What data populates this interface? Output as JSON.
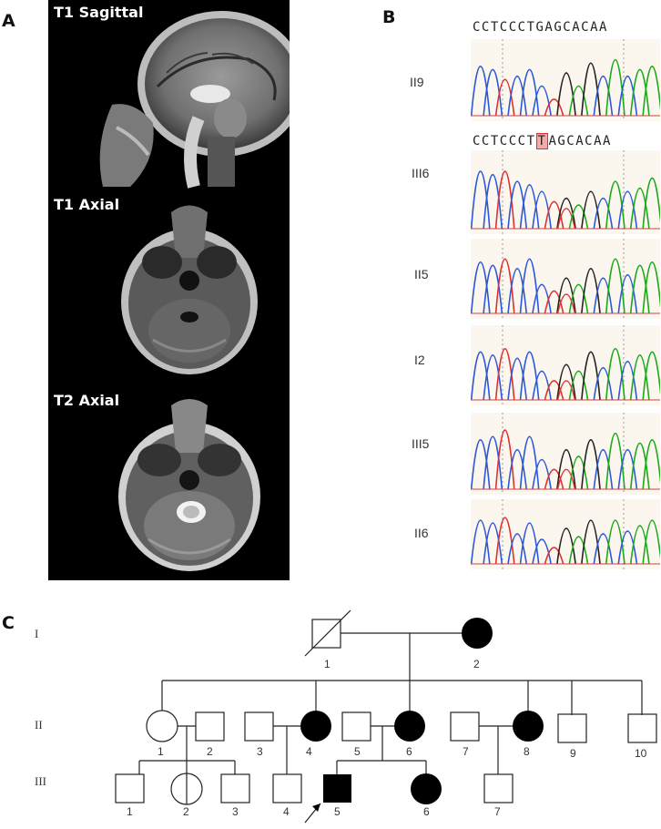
{
  "panels": {
    "a": "A",
    "b": "B",
    "c": "C"
  },
  "mri": [
    {
      "label": "T1 Sagittal"
    },
    {
      "label": "T1 Axial"
    },
    {
      "label": "T2 Axial"
    }
  ],
  "sequence": {
    "reference": "CCTCCCTGAGCACAA",
    "mutant_prefix": "CCTCCCT",
    "mutant_base": "T",
    "mutant_suffix": "AGCACAA"
  },
  "chromatograms": [
    {
      "label": "II9"
    },
    {
      "label": "III6"
    },
    {
      "label": "II5"
    },
    {
      "label": "I2"
    },
    {
      "label": "III5"
    },
    {
      "label": "II6"
    }
  ],
  "trace_colors": {
    "A": "#1aaa1a",
    "C": "#2b58d6",
    "G": "#222222",
    "T": "#e03030"
  },
  "pedigree": {
    "generations": [
      "I",
      "II",
      "III"
    ],
    "gen_I": [
      "1",
      "2"
    ],
    "gen_II": [
      "1",
      "2",
      "3",
      "4",
      "5",
      "6",
      "7",
      "8",
      "9",
      "10"
    ],
    "gen_III": [
      "1",
      "2",
      "3",
      "4",
      "5",
      "6",
      "7"
    ]
  }
}
